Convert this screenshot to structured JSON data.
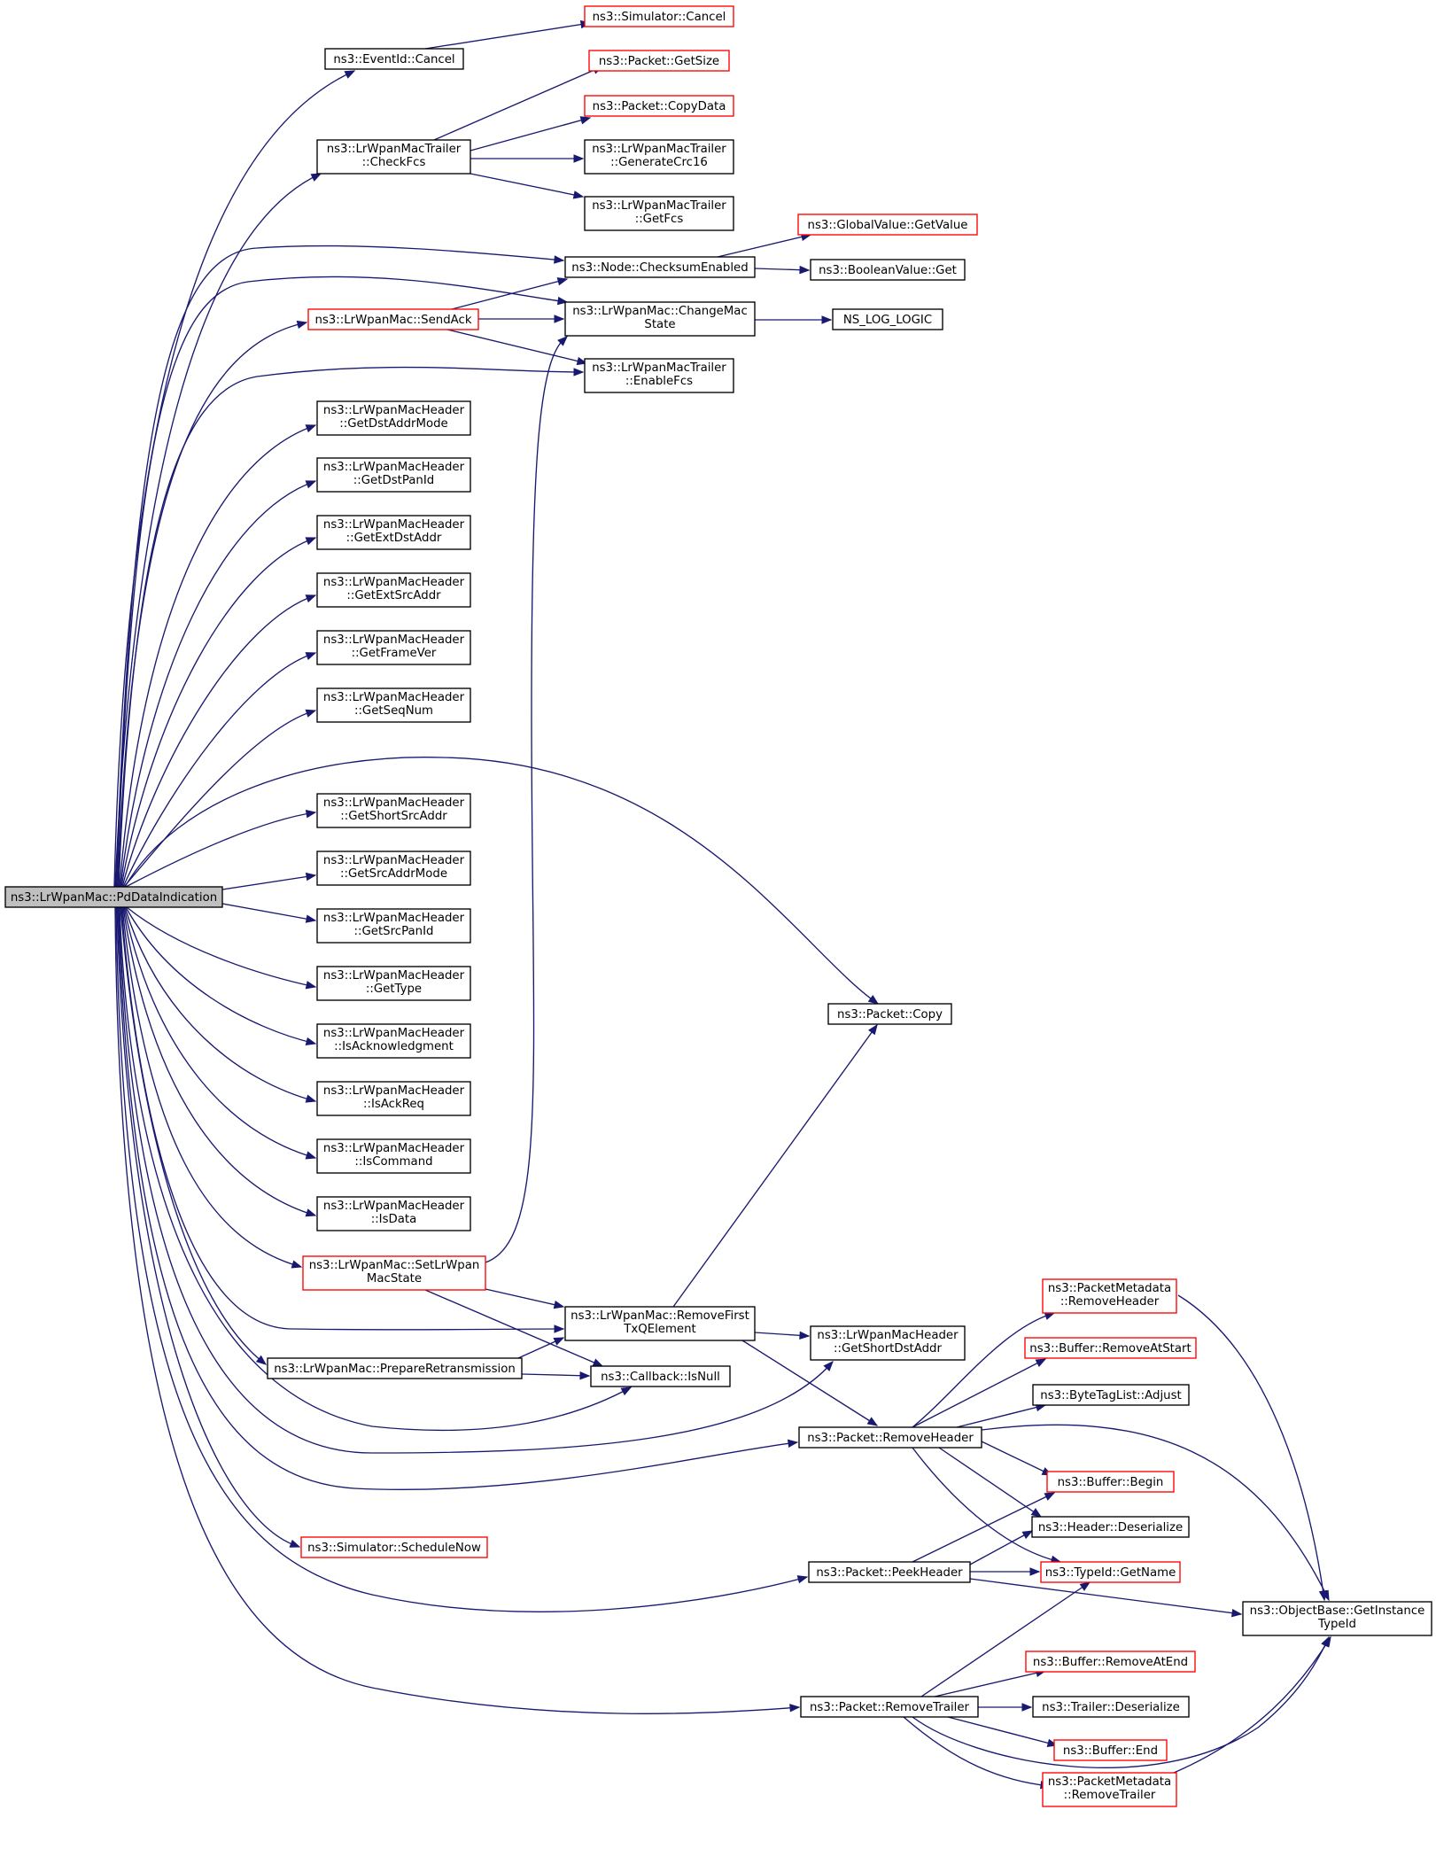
{
  "colors": {
    "edge": "#191970",
    "node_fill": "#ffffff",
    "node_stroke": "#000000",
    "node_stroke_partial": "#ff0000",
    "root_fill": "#bfbfbf",
    "root_stroke": "#000000"
  },
  "nodes": {
    "root": [
      "ns3::LrWpanMac::PdDataIndication"
    ],
    "sim_cancel": [
      "ns3::Simulator::Cancel"
    ],
    "eventid_cancel": [
      "ns3::EventId::Cancel"
    ],
    "pkt_getsize": [
      "ns3::Packet::GetSize"
    ],
    "pkt_copydata": [
      "ns3::Packet::CopyData"
    ],
    "checkfcs": [
      "ns3::LrWpanMacTrailer",
      "::CheckFcs"
    ],
    "gencrc16": [
      "ns3::LrWpanMacTrailer",
      "::GenerateCrc16"
    ],
    "getfcs": [
      "ns3::LrWpanMacTrailer",
      "::GetFcs"
    ],
    "gv_getvalue": [
      "ns3::GlobalValue::GetValue"
    ],
    "checksum_enabled": [
      "ns3::Node::ChecksumEnabled"
    ],
    "bool_get": [
      "ns3::BooleanValue::Get"
    ],
    "sendack": [
      "ns3::LrWpanMac::SendAck"
    ],
    "changemacstate": [
      "ns3::LrWpanMac::ChangeMac",
      "State"
    ],
    "ns_log_logic": [
      "NS_LOG_LOGIC"
    ],
    "enablefcs": [
      "ns3::LrWpanMacTrailer",
      "::EnableFcs"
    ],
    "h_getdstaddrmode": [
      "ns3::LrWpanMacHeader",
      "::GetDstAddrMode"
    ],
    "h_getdstpanid": [
      "ns3::LrWpanMacHeader",
      "::GetDstPanId"
    ],
    "h_getextdstaddr": [
      "ns3::LrWpanMacHeader",
      "::GetExtDstAddr"
    ],
    "h_getextsrcaddr": [
      "ns3::LrWpanMacHeader",
      "::GetExtSrcAddr"
    ],
    "h_getframever": [
      "ns3::LrWpanMacHeader",
      "::GetFrameVer"
    ],
    "h_getseqnum": [
      "ns3::LrWpanMacHeader",
      "::GetSeqNum"
    ],
    "h_getshortsrcaddr": [
      "ns3::LrWpanMacHeader",
      "::GetShortSrcAddr"
    ],
    "h_getsrcaddrmode": [
      "ns3::LrWpanMacHeader",
      "::GetSrcAddrMode"
    ],
    "h_getsrcpanid": [
      "ns3::LrWpanMacHeader",
      "::GetSrcPanId"
    ],
    "h_gettype": [
      "ns3::LrWpanMacHeader",
      "::GetType"
    ],
    "h_isack": [
      "ns3::LrWpanMacHeader",
      "::IsAcknowledgment"
    ],
    "h_isackreq": [
      "ns3::LrWpanMacHeader",
      "::IsAckReq"
    ],
    "h_iscommand": [
      "ns3::LrWpanMacHeader",
      "::IsCommand"
    ],
    "h_isdata": [
      "ns3::LrWpanMacHeader",
      "::IsData"
    ],
    "pkt_copy": [
      "ns3::Packet::Copy"
    ],
    "setlrwpanmacstate": [
      "ns3::LrWpanMac::SetLrWpan",
      "MacState"
    ],
    "removefirsttxq": [
      "ns3::LrWpanMac::RemoveFirst",
      "TxQElement"
    ],
    "h_getshortdstaddr": [
      "ns3::LrWpanMacHeader",
      "::GetShortDstAddr"
    ],
    "prepareretrans": [
      "ns3::LrWpanMac::PrepareRetransmission"
    ],
    "cb_isnull": [
      "ns3::Callback::IsNull"
    ],
    "pm_removeheader": [
      "ns3::PacketMetadata",
      "::RemoveHeader"
    ],
    "buf_removeatstart": [
      "ns3::Buffer::RemoveAtStart"
    ],
    "btl_adjust": [
      "ns3::ByteTagList::Adjust"
    ],
    "pkt_removeheader": [
      "ns3::Packet::RemoveHeader"
    ],
    "buf_begin": [
      "ns3::Buffer::Begin"
    ],
    "hdr_deserialize": [
      "ns3::Header::Deserialize"
    ],
    "sim_schedulenow": [
      "ns3::Simulator::ScheduleNow"
    ],
    "pkt_peekheader": [
      "ns3::Packet::PeekHeader"
    ],
    "typeid_getname": [
      "ns3::TypeId::GetName"
    ],
    "ob_getinstancetypeid": [
      "ns3::ObjectBase::GetInstance",
      "TypeId"
    ],
    "buf_removeatend": [
      "ns3::Buffer::RemoveAtEnd"
    ],
    "pkt_removetrailer": [
      "ns3::Packet::RemoveTrailer"
    ],
    "trl_deserialize": [
      "ns3::Trailer::Deserialize"
    ],
    "buf_end": [
      "ns3::Buffer::End"
    ],
    "pm_removetrailer": [
      "ns3::PacketMetadata",
      "::RemoveTrailer"
    ]
  }
}
